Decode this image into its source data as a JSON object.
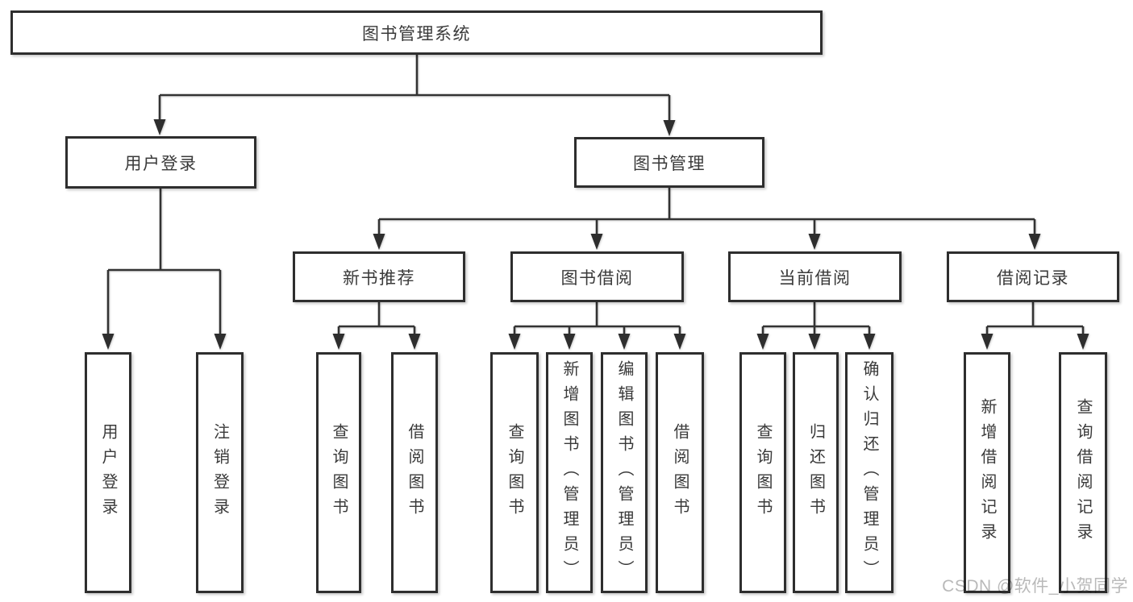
{
  "colors": {
    "background": "#ffffff",
    "line": "#333333",
    "box_border": "#2e2e2e",
    "text": "#3a3a3a",
    "watermark": "#b9b9b9"
  },
  "diagram": {
    "root": {
      "label": "图书管理系统"
    },
    "level2": [
      {
        "label": "用户登录"
      },
      {
        "label": "图书管理"
      }
    ],
    "level3": [
      {
        "label": "新书推荐"
      },
      {
        "label": "图书借阅"
      },
      {
        "label": "当前借阅"
      },
      {
        "label": "借阅记录"
      }
    ],
    "leaves": [
      {
        "label": "用户登录"
      },
      {
        "label": "注销登录"
      },
      {
        "label": "查询图书"
      },
      {
        "label": "借阅图书"
      },
      {
        "label": "查询图书"
      },
      {
        "label": "新增图书（管理员）"
      },
      {
        "label": "编辑图书（管理员）"
      },
      {
        "label": "借阅图书"
      },
      {
        "label": "查询图书"
      },
      {
        "label": "归还图书"
      },
      {
        "label": "确认归还（管理员）"
      },
      {
        "label": "新增借阅记录"
      },
      {
        "label": "查询借阅记录"
      }
    ]
  },
  "watermark": {
    "text": "CSDN @软件_小贺同学"
  }
}
